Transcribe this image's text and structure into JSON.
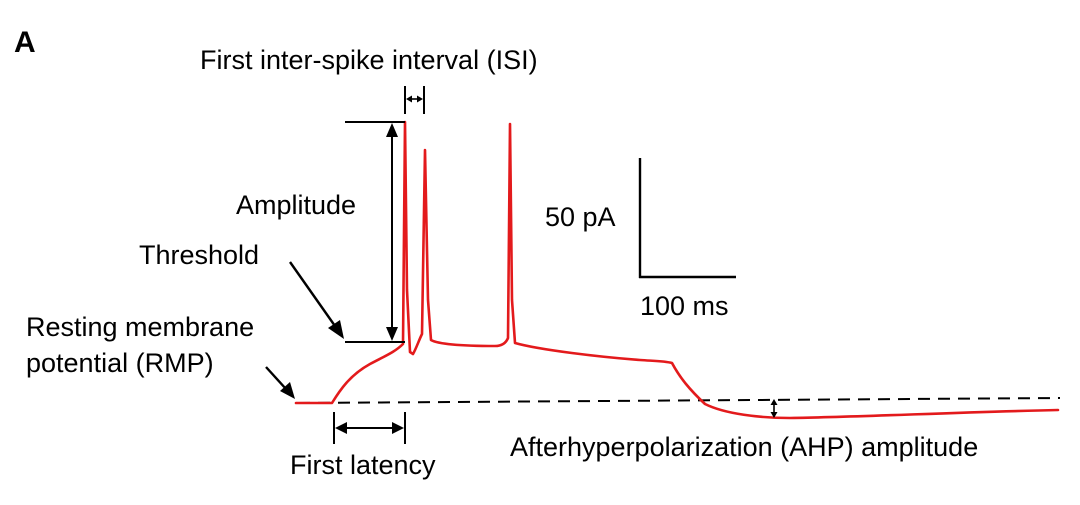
{
  "panel_label": "A",
  "labels": {
    "isi": "First inter-spike interval (ISI)",
    "amplitude": "Amplitude",
    "threshold": "Threshold",
    "rmp_line1": "Resting membrane",
    "rmp_line2": "potential (RMP)",
    "first_latency": "First latency",
    "ahp": "Afterhyperpolarization (AHP) amplitude"
  },
  "scale_bar": {
    "vertical": "50 pA",
    "horizontal": "100 ms"
  },
  "colors": {
    "trace": "#e31a1c",
    "annotation": "#000000"
  }
}
